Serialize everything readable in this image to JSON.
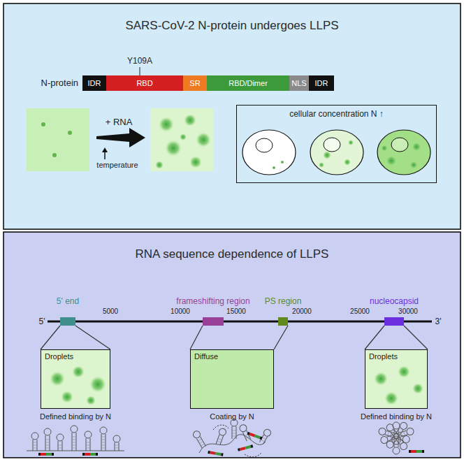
{
  "diagram": {
    "nodes": [
      {
        "text": [
          "SARS-CoV-2 N-protein undergoes LLPS"
        ]
      },
      {
        "text": [
          "IDR"
        ],
        "in": 0
      },
      {
        "text": [
          "RBD"
        ],
        "in": 0
      },
      {
        "text": [
          "SR"
        ],
        "in": 0
      },
      {
        "text": [
          "RBD/Dimer"
        ],
        "in": 0
      },
      {
        "text": [
          "NLS"
        ],
        "in": 0
      },
      {
        "text": [
          "IDR"
        ],
        "in": 0
      },
      {
        "text": [
          "cellular concentration N ↑"
        ],
        "in": 0
      },
      {
        "text": [
          "RNA sequence dependence of LLPS"
        ]
      },
      {
        "text": [
          "5' end"
        ],
        "in": 8
      },
      {
        "text": [
          "frameshifting region"
        ],
        "in": 8
      },
      {
        "text": [
          "PS region"
        ],
        "in": 8
      },
      {
        "text": [
          "nucleocapsid"
        ],
        "in": 8
      },
      {
        "text": [
          "Droplets"
        ],
        "in": 8
      },
      {
        "text": [
          "Diffuse"
        ],
        "in": 8
      },
      {
        "text": [
          "Droplets"
        ],
        "in": 8
      }
    ],
    "edges": [
      {
        "from": 9,
        "to": 13,
        "arrow": "none"
      },
      {
        "from": 10,
        "to": 14,
        "arrow": "none"
      },
      {
        "from": 11,
        "to": 14,
        "arrow": "none"
      },
      {
        "from": 12,
        "to": 15,
        "arrow": "none"
      }
    ],
    "labels": [
      "Y109A",
      "N-protein",
      "+ RNA",
      "temperature",
      "5'",
      "5000",
      "10000",
      "15000",
      "20000",
      "25000",
      "30000",
      "3'",
      "Defined binding by N",
      "Coating by N",
      "Defined binding by N"
    ]
  }
}
